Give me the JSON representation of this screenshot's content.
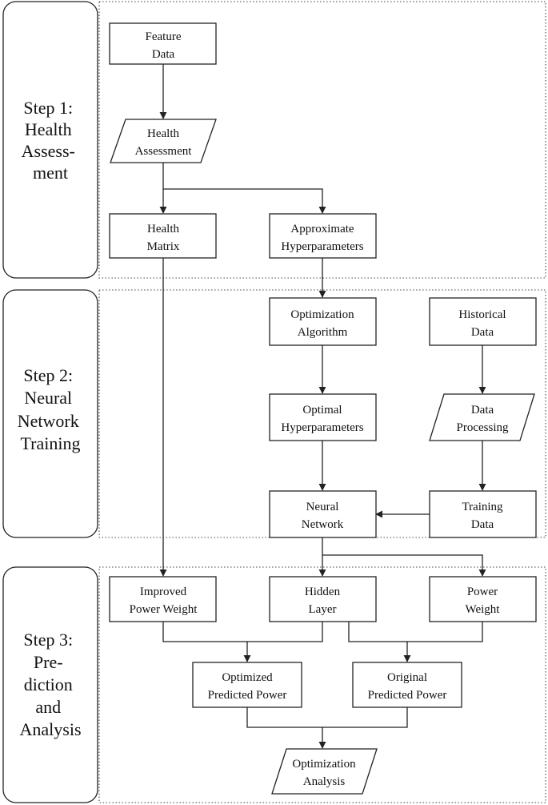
{
  "steps": [
    {
      "id": "step1",
      "lines": [
        "Step 1:",
        "Health",
        "Assess-",
        "ment"
      ]
    },
    {
      "id": "step2",
      "lines": [
        "Step 2:",
        "Neural",
        "Network",
        "Training"
      ]
    },
    {
      "id": "step3",
      "lines": [
        "Step 3:",
        "Pre-",
        "diction",
        "and",
        "Analysis"
      ]
    }
  ],
  "nodes": {
    "feature_data": {
      "shape": "rect",
      "lines": [
        "Feature",
        "Data"
      ]
    },
    "health_assessment": {
      "shape": "parallelogram",
      "lines": [
        "Health",
        "Assessment"
      ]
    },
    "health_matrix": {
      "shape": "rect",
      "lines": [
        "Health",
        "Matrix"
      ]
    },
    "approx_hyper": {
      "shape": "rect",
      "lines": [
        "Approximate",
        "Hyperparameters"
      ]
    },
    "opt_algorithm": {
      "shape": "rect",
      "lines": [
        "Optimization",
        "Algorithm"
      ]
    },
    "historical_data": {
      "shape": "rect",
      "lines": [
        "Historical",
        "Data"
      ]
    },
    "optimal_hyper": {
      "shape": "rect",
      "lines": [
        "Optimal",
        "Hyperparameters"
      ]
    },
    "data_processing": {
      "shape": "parallelogram",
      "lines": [
        "Data",
        "Processing"
      ]
    },
    "neural_network": {
      "shape": "rect",
      "lines": [
        "Neural",
        "Network"
      ]
    },
    "training_data": {
      "shape": "rect",
      "lines": [
        "Training",
        "Data"
      ]
    },
    "improved_power_weight": {
      "shape": "rect",
      "lines": [
        "Improved",
        "Power Weight"
      ]
    },
    "hidden_layer": {
      "shape": "rect",
      "lines": [
        "Hidden",
        "Layer"
      ]
    },
    "power_weight": {
      "shape": "rect",
      "lines": [
        "Power",
        "Weight"
      ]
    },
    "optimized_predicted_power": {
      "shape": "rect",
      "lines": [
        "Optimized",
        "Predicted Power"
      ]
    },
    "original_predicted_power": {
      "shape": "rect",
      "lines": [
        "Original",
        "Predicted Power"
      ]
    },
    "optimization_analysis": {
      "shape": "parallelogram",
      "lines": [
        "Optimization",
        "Analysis"
      ]
    }
  },
  "edges": [
    {
      "from": "feature_data",
      "to": "health_assessment"
    },
    {
      "from": "health_assessment",
      "to": "health_matrix"
    },
    {
      "from": "health_assessment",
      "to": "approx_hyper"
    },
    {
      "from": "health_matrix",
      "to": "improved_power_weight"
    },
    {
      "from": "approx_hyper",
      "to": "opt_algorithm"
    },
    {
      "from": "opt_algorithm",
      "to": "optimal_hyper"
    },
    {
      "from": "optimal_hyper",
      "to": "neural_network"
    },
    {
      "from": "historical_data",
      "to": "data_processing"
    },
    {
      "from": "data_processing",
      "to": "training_data"
    },
    {
      "from": "training_data",
      "to": "neural_network"
    },
    {
      "from": "neural_network",
      "to": "hidden_layer"
    },
    {
      "from": "neural_network",
      "to": "power_weight"
    },
    {
      "from": "improved_power_weight",
      "to": "optimized_predicted_power"
    },
    {
      "from": "hidden_layer",
      "to": "optimized_predicted_power"
    },
    {
      "from": "hidden_layer",
      "to": "original_predicted_power"
    },
    {
      "from": "power_weight",
      "to": "original_predicted_power"
    },
    {
      "from": "optimized_predicted_power",
      "to": "optimization_analysis"
    },
    {
      "from": "original_predicted_power",
      "to": "optimization_analysis"
    }
  ]
}
